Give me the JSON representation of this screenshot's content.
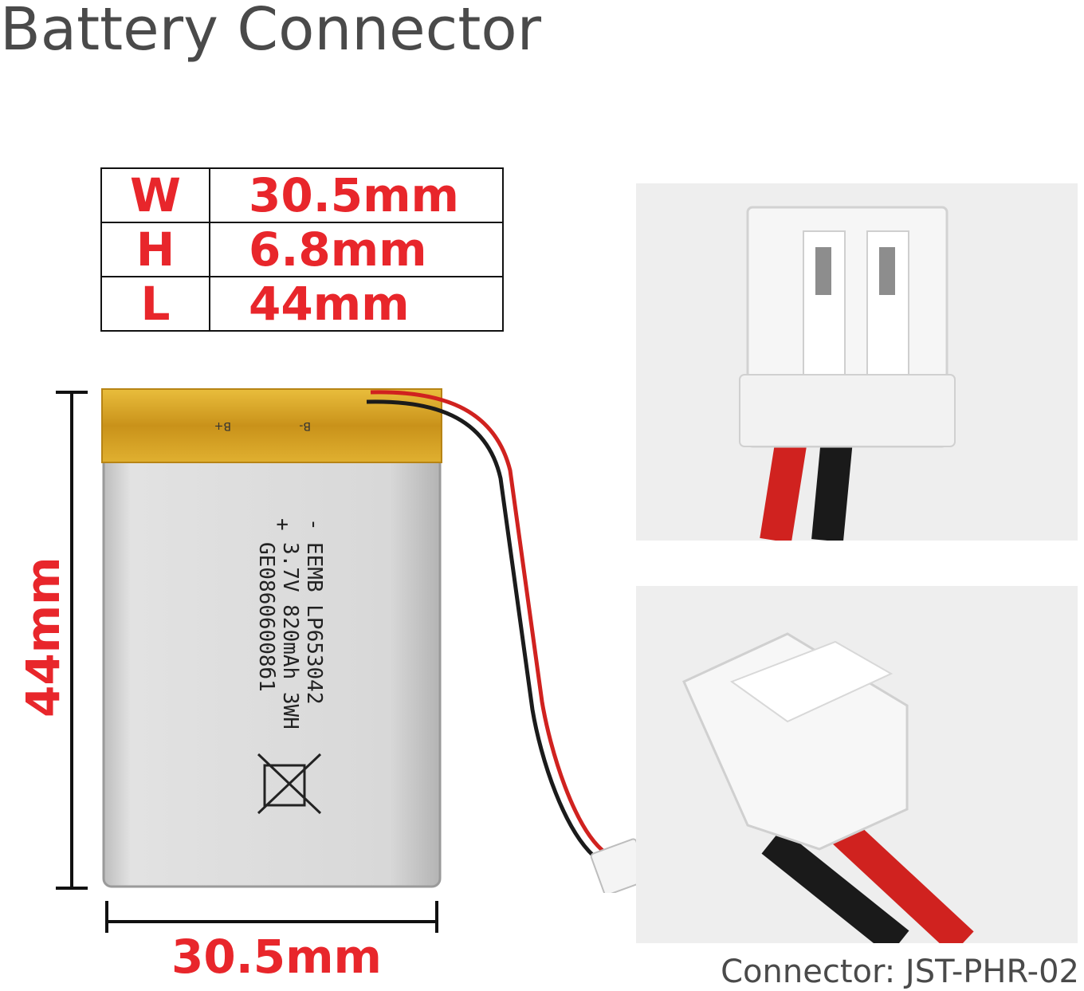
{
  "title": "Battery Connector",
  "specs": [
    {
      "key": "W",
      "value": "30.5mm"
    },
    {
      "key": "H",
      "value": "6.8mm"
    },
    {
      "key": "L",
      "value": "44mm"
    }
  ],
  "dimension_height": "44mm",
  "dimension_width": "30.5mm",
  "battery_label": {
    "polarity_minus": "-",
    "polarity_plus": "+",
    "line1": "EEMB LP653042",
    "line2": "3.7V 820mAh 3WH",
    "line3": "GE08606008б1"
  },
  "tape_marks": [
    "B+",
    "B-"
  ],
  "caption": "Connector: JST-PHR-02",
  "colors": {
    "accent_red": "#e8262b",
    "title_gray": "#4a4a4a",
    "tape_yellow": "#d4a21a",
    "cell_silver": "#d9d9d9"
  }
}
